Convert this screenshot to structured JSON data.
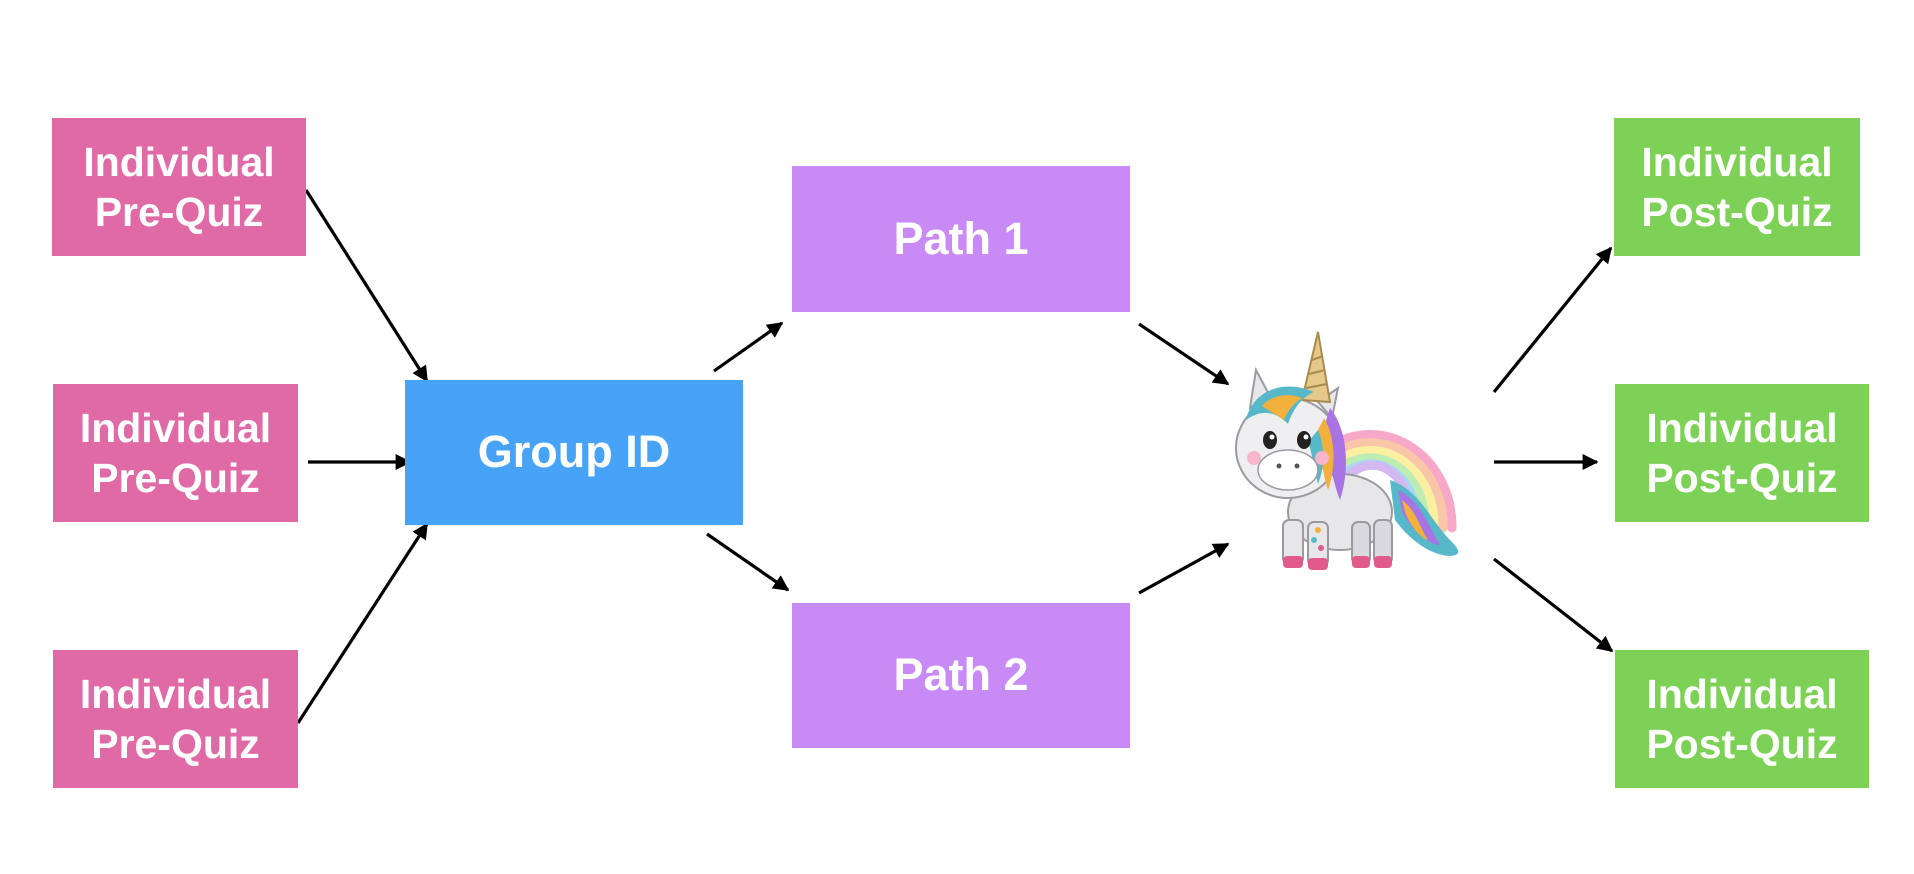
{
  "colors": {
    "pre_quiz": "#E06AA6",
    "group": "#47A3F7",
    "path": "#C88AF5",
    "post_quiz": "#7ED157",
    "arrow": "#000000",
    "text": "#FFFFFF"
  },
  "pre_quiz_boxes": [
    {
      "line1": "Individual",
      "line2": "Pre-Quiz"
    },
    {
      "line1": "Individual",
      "line2": "Pre-Quiz"
    },
    {
      "line1": "Individual",
      "line2": "Pre-Quiz"
    }
  ],
  "group_box": {
    "label": "Group ID"
  },
  "path_boxes": [
    {
      "label": "Path 1"
    },
    {
      "label": "Path 2"
    }
  ],
  "mascot": {
    "icon": "unicorn-with-rainbow"
  },
  "post_quiz_boxes": [
    {
      "line1": "Individual",
      "line2": "Post-Quiz"
    },
    {
      "line1": "Individual",
      "line2": "Post-Quiz"
    },
    {
      "line1": "Individual",
      "line2": "Post-Quiz"
    }
  ]
}
